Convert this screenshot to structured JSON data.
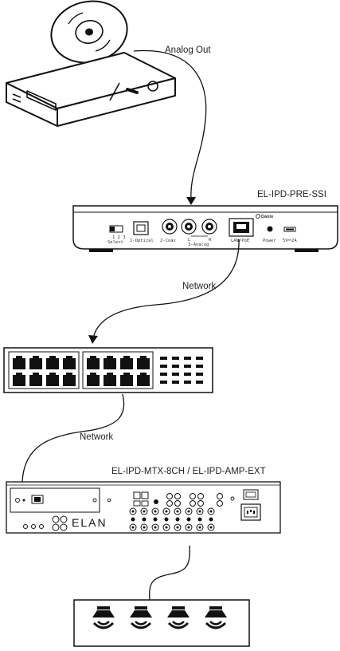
{
  "labels": {
    "analog_out": "Analog Out",
    "pre_model": "EL-IPD-PRE-SSI",
    "network_1": "Network",
    "network_2": "Network",
    "mtx_model": "EL-IPD-MTX-8CH / EL-IPD-AMP-EXT"
  },
  "pre_panel": {
    "brand": "Dante",
    "select_numbers": "1 2 3",
    "select_label": "Select",
    "optical_label": "1-Optical",
    "coax_label": "2-Coax",
    "analog_label": "3-Analog",
    "left_label": "L",
    "right_label": "R",
    "lan_label": "LAN/PoE",
    "power_label": "Power",
    "usb_label": "5V⎓2A"
  },
  "amp_panel": {
    "logo": "ELAN"
  }
}
